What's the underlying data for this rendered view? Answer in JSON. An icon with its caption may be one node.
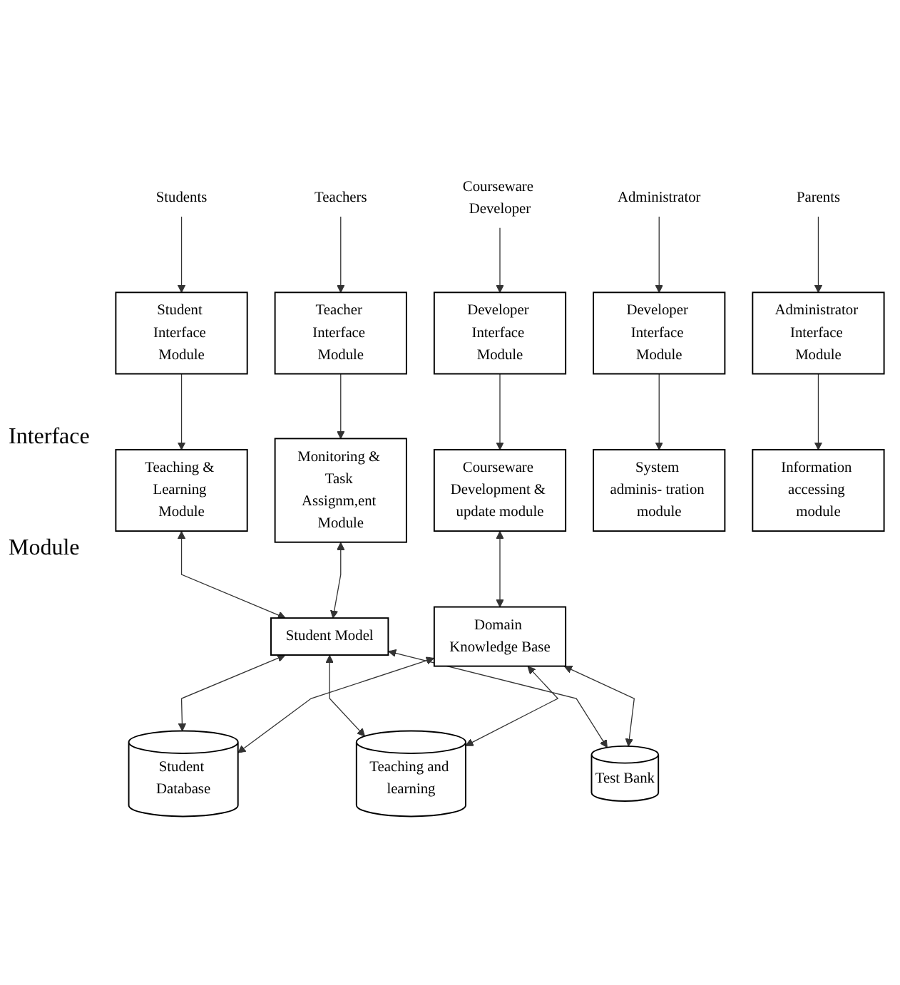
{
  "diagram": {
    "nodes": [
      {
        "text": [
          "Students"
        ]
      },
      {
        "text": [
          "Teachers"
        ]
      },
      {
        "text": [
          "Courseware Developer"
        ]
      },
      {
        "text": [
          "Administrator"
        ]
      },
      {
        "text": [
          "Parents"
        ]
      },
      {
        "text": [
          "Student Interface Module"
        ]
      },
      {
        "text": [
          "Teacher Interface Module"
        ]
      },
      {
        "text": [
          "Developer Interface Module"
        ]
      },
      {
        "text": [
          "Developer Interface Module"
        ]
      },
      {
        "text": [
          "Administrator Interface Module"
        ]
      },
      {
        "text": [
          "Teaching & Learning Module"
        ]
      },
      {
        "text": [
          "Monitoring & Task Assignm,ent Module"
        ]
      },
      {
        "text": [
          "Courseware Development & update module"
        ]
      },
      {
        "text": [
          "System adminis- tration module"
        ]
      },
      {
        "text": [
          "Information accessing module"
        ]
      },
      {
        "text": [
          "Student Model"
        ]
      },
      {
        "text": [
          "Domain Knowledge Base"
        ]
      },
      {
        "text": [
          "Student Database"
        ]
      },
      {
        "text": [
          "Teaching and learning"
        ]
      },
      {
        "text": [
          "Test Bank"
        ]
      }
    ],
    "edges": [
      {
        "from": 0,
        "to": 5,
        "arrow": "to"
      },
      {
        "from": 1,
        "to": 6,
        "arrow": "to"
      },
      {
        "from": 2,
        "to": 7,
        "arrow": "to"
      },
      {
        "from": 3,
        "to": 8,
        "arrow": "to"
      },
      {
        "from": 4,
        "to": 9,
        "arrow": "to"
      },
      {
        "from": 5,
        "to": 10,
        "arrow": "to"
      },
      {
        "from": 6,
        "to": 11,
        "arrow": "to"
      },
      {
        "from": 7,
        "to": 12,
        "arrow": "to"
      },
      {
        "from": 8,
        "to": 13,
        "arrow": "to"
      },
      {
        "from": 9,
        "to": 14,
        "arrow": "to"
      },
      {
        "from": 10,
        "to": 15,
        "arrow": "both"
      },
      {
        "from": 11,
        "to": 15,
        "arrow": "both"
      },
      {
        "from": 12,
        "to": 16,
        "arrow": "both"
      },
      {
        "from": 15,
        "to": 17,
        "arrow": "both"
      },
      {
        "from": 15,
        "to": 18,
        "arrow": "both"
      },
      {
        "from": 15,
        "to": 19,
        "arrow": "both"
      },
      {
        "from": 16,
        "to": 17,
        "arrow": "both"
      },
      {
        "from": 16,
        "to": 18,
        "arrow": "both"
      },
      {
        "from": 16,
        "to": 19,
        "arrow": "both"
      }
    ],
    "labels": [
      "Interface",
      "Module"
    ]
  }
}
